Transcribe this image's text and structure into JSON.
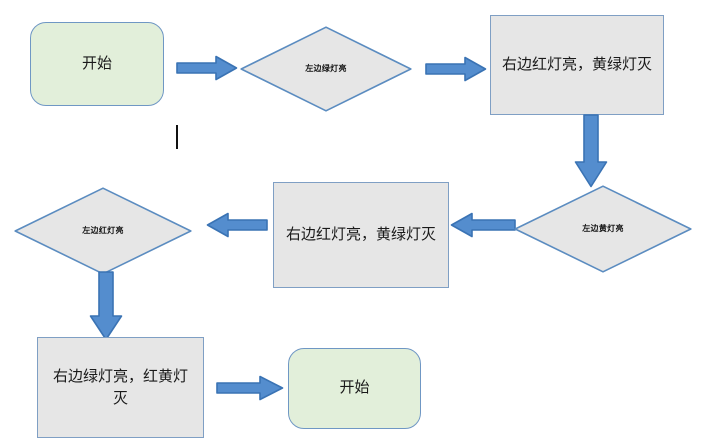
{
  "diagram": {
    "type": "flowchart",
    "title": "",
    "colors": {
      "terminator_fill": "#e2efda",
      "terminator_stroke": "#6f97c4",
      "process_fill": "#e6e6e6",
      "process_stroke": "#7f9fc4",
      "decision_fill": "#e6e6e6",
      "decision_stroke": "#5b8cc0",
      "arrow_fill": "#548dce",
      "arrow_stroke": "#3a73b4",
      "background": "#ffffff",
      "text": "#1a1a1a"
    },
    "nodes": [
      {
        "id": "start_top",
        "shape": "terminator",
        "label": "开始"
      },
      {
        "id": "decision_green",
        "shape": "decision",
        "label": "左边绿灯亮"
      },
      {
        "id": "process_red_top",
        "shape": "process",
        "label": "右边红灯亮，黄绿灯灭"
      },
      {
        "id": "decision_yellow",
        "shape": "decision",
        "label": "左边黄灯亮"
      },
      {
        "id": "process_red_mid",
        "shape": "process",
        "label": "右边红灯亮，黄绿灯灭"
      },
      {
        "id": "decision_red",
        "shape": "decision",
        "label": "左边红灯亮"
      },
      {
        "id": "process_green",
        "shape": "process",
        "label": "右边绿灯亮，红黄灯灭"
      },
      {
        "id": "start_bottom",
        "shape": "terminator",
        "label": "开始"
      }
    ],
    "connectors": [
      {
        "id": "arrow_1",
        "from": "start_top",
        "to": "decision_green",
        "direction": "right"
      },
      {
        "id": "arrow_2",
        "from": "decision_green",
        "to": "process_red_top",
        "direction": "right"
      },
      {
        "id": "arrow_3",
        "from": "process_red_top",
        "to": "decision_yellow",
        "direction": "down"
      },
      {
        "id": "arrow_4",
        "from": "decision_yellow",
        "to": "process_red_mid",
        "direction": "left"
      },
      {
        "id": "arrow_5",
        "from": "process_red_mid",
        "to": "decision_red",
        "direction": "left"
      },
      {
        "id": "arrow_6",
        "from": "decision_red",
        "to": "process_green",
        "direction": "down"
      },
      {
        "id": "arrow_7",
        "from": "process_green",
        "to": "start_bottom",
        "direction": "right"
      }
    ]
  }
}
